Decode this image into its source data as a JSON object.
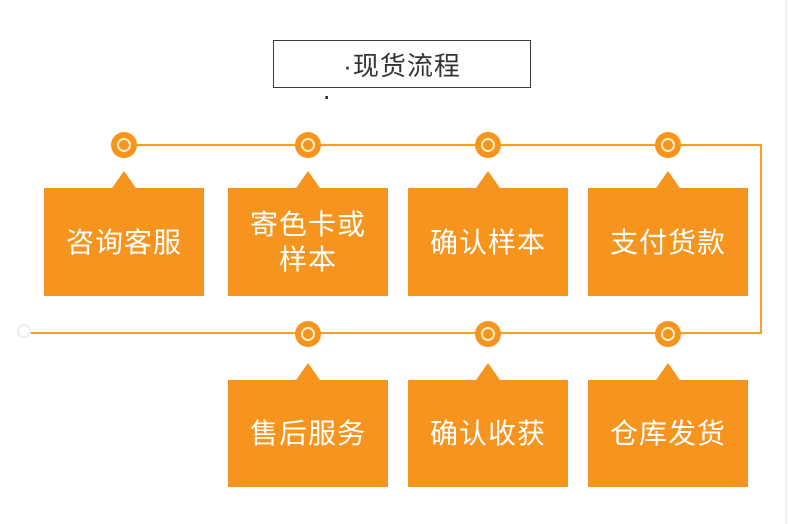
{
  "title": {
    "label": "·现货流程",
    "stray_dot": "·"
  },
  "colors": {
    "box_orange": "#f7941e",
    "line_orange": "#f5a11f",
    "node_ring": "#fff8d7",
    "title_border": "#3c3c3c",
    "title_text": "#333333",
    "ghost_gray": "#ededed",
    "page_background": "#ffffff"
  },
  "flow": {
    "top_row": [
      {
        "label": "咨询客服"
      },
      {
        "label": "寄色卡或\n样本"
      },
      {
        "label": "确认样本"
      },
      {
        "label": "支付货款"
      }
    ],
    "bottom_row": [
      {
        "label": "售后服务"
      },
      {
        "label": "确认收获"
      },
      {
        "label": "仓库发货"
      }
    ]
  }
}
